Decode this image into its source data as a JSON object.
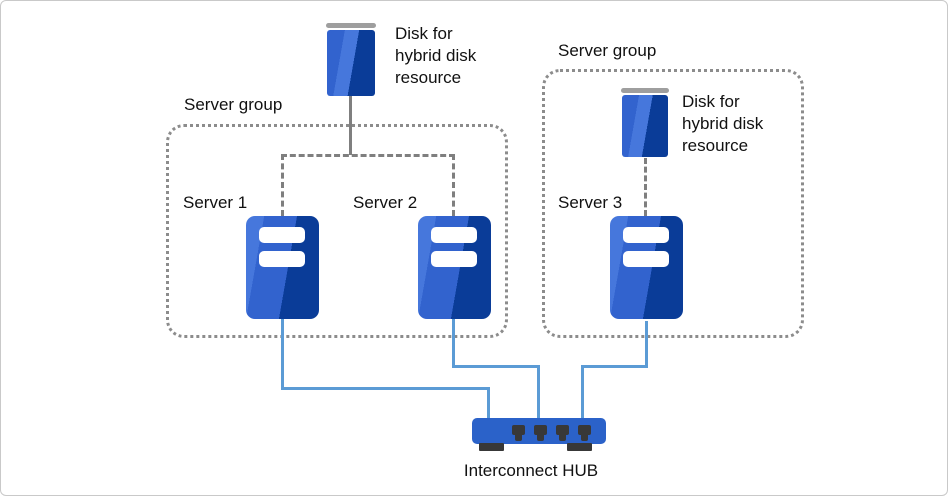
{
  "groups": [
    {
      "label": "Server group"
    },
    {
      "label": "Server group"
    }
  ],
  "disks": [
    {
      "label": "Disk for hybrid disk resource"
    },
    {
      "label": "Disk for hybrid disk resource"
    }
  ],
  "servers": [
    {
      "label": "Server 1"
    },
    {
      "label": "Server 2"
    },
    {
      "label": "Server 3"
    }
  ],
  "hub": {
    "label": "Interconnect HUB"
  },
  "colors": {
    "server_light": "#3263CE",
    "server_sheen": "#4677DC",
    "server_dark": "#0A3C98",
    "disk_cap": "#9E9E9E",
    "hub_body": "#2B62C9",
    "port_dark": "#383838",
    "connector_blue": "#5B9BD5",
    "line_gray": "#7F7F7F",
    "group_border": "#8C8C8C",
    "text": "#111111",
    "canvas_border": "#C9C9C9"
  }
}
